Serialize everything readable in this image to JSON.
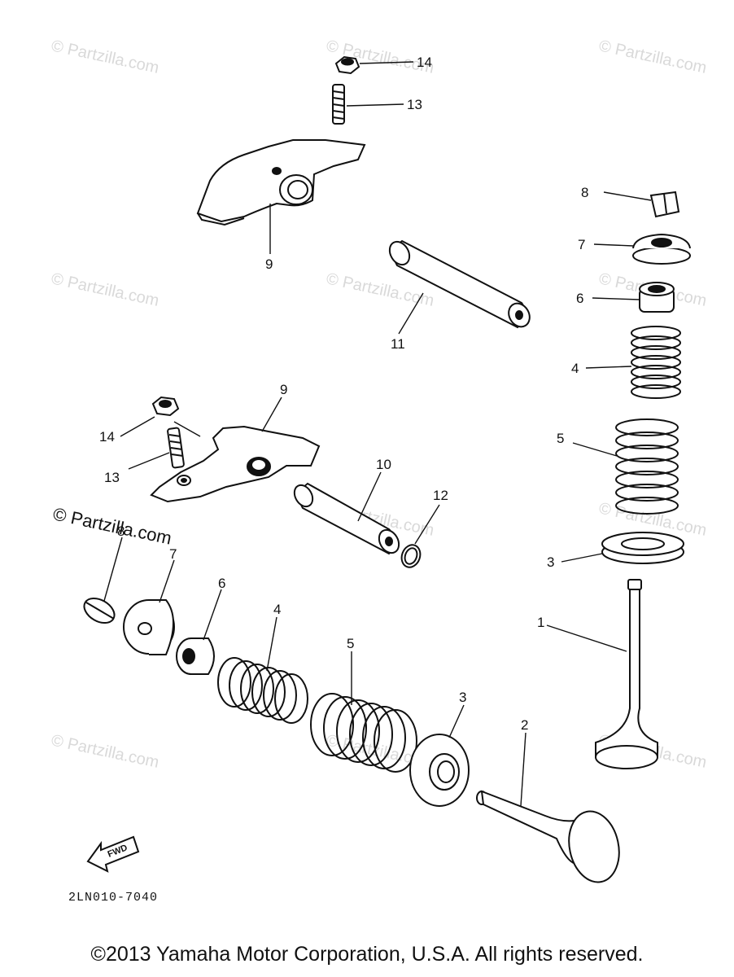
{
  "watermarks": [
    "© Partzilla.com",
    "© Partzilla.com",
    "© Partzilla.com",
    "© Partzilla.com",
    "© Partzilla.com",
    "© Partzilla.com",
    "© Partzilla.com",
    "© Partzilla.com",
    "© Partzilla.com",
    "© Partzilla.com",
    "© Partzilla.com",
    "© Partzilla.com"
  ],
  "watermark_prominent": "© Partzilla.com",
  "callouts": [
    "14",
    "13",
    "9",
    "8",
    "7",
    "6",
    "11",
    "4",
    "9",
    "14",
    "13",
    "5",
    "10",
    "12",
    "3",
    "8",
    "7",
    "6",
    "4",
    "5",
    "3",
    "1",
    "2"
  ],
  "diagram_code": "2LN010-7040",
  "fwd_label": "FWD",
  "copyright": "©2013 Yamaha Motor Corporation, U.S.A. All rights reserved."
}
